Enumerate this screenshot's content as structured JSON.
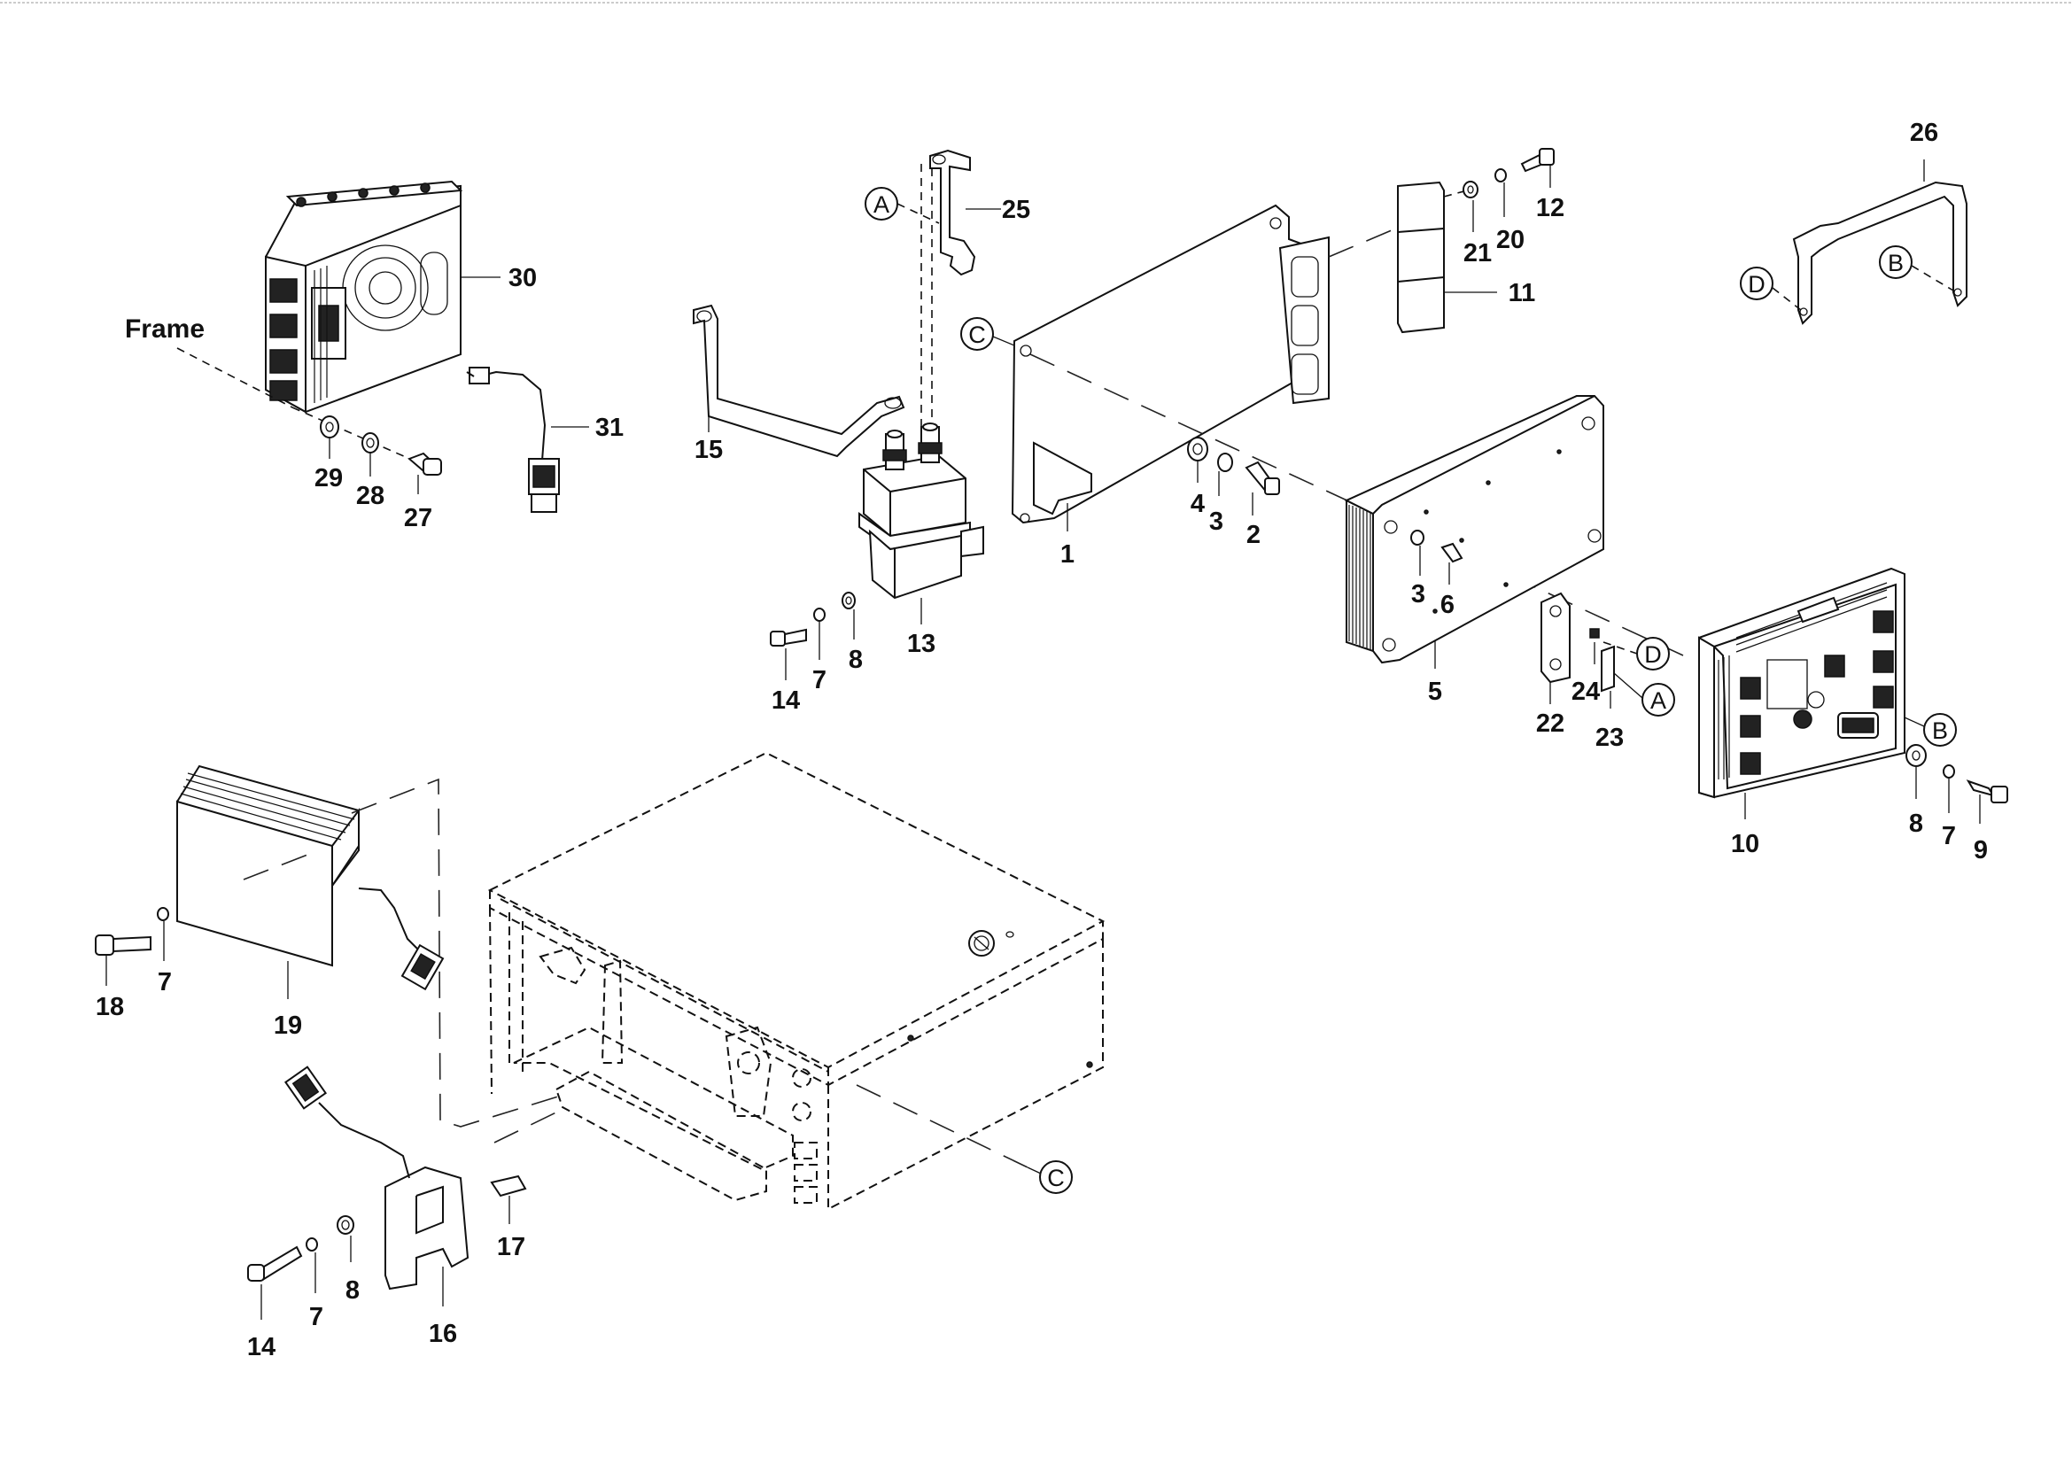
{
  "callouts": {
    "p1": "1",
    "p2": "2",
    "p3a": "3",
    "p3b": "3",
    "p4": "4",
    "p5": "5",
    "p6": "6",
    "p7a": "7",
    "p7b": "7",
    "p7c": "7",
    "p7d": "7",
    "p8a": "8",
    "p8b": "8",
    "p8c": "8",
    "p9": "9",
    "p10": "10",
    "p11": "11",
    "p12": "12",
    "p13": "13",
    "p14a": "14",
    "p14b": "14",
    "p15": "15",
    "p16": "16",
    "p17": "17",
    "p18": "18",
    "p19": "19",
    "p20": "20",
    "p21": "21",
    "p22": "22",
    "p23": "23",
    "p24": "24",
    "p25": "25",
    "p26": "26",
    "p27": "27",
    "p28": "28",
    "p29": "29",
    "p30": "30",
    "p31": "31"
  },
  "refs": {
    "a1": "A",
    "a2": "A",
    "b1": "B",
    "b2": "B",
    "c1": "C",
    "c2": "C",
    "d1": "D",
    "d2": "D"
  },
  "frame_label": "Frame"
}
